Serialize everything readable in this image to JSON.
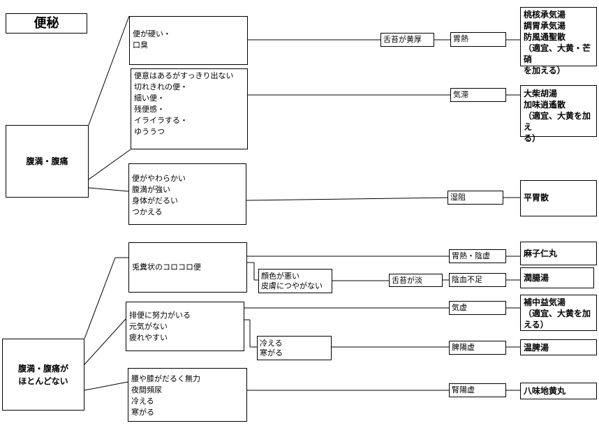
{
  "title": "便秘",
  "groups": {
    "g1": "腹満・腹痛",
    "g2": "腹満・腹痛が\nほとんどない"
  },
  "symptoms": {
    "s1": "便が硬い・\n口臭",
    "s2": "便意はあるがすっきり出ない\n切れきれの便・\n細い便・\n残便感・\nイライラする・\nゆううつ",
    "s3": "便がやわらかい\n腹満が強い\n身体がだるい\nつかえる",
    "s4": "兎糞状のコロコロ便",
    "s5": "顔色が悪い\n皮膚につやがない",
    "s6": "排便に努力がいる\n元気がない\n疲れやすい",
    "s7": "冷える\n寒がる",
    "s8": "腰や膝がだるく無力\n夜間頻尿\n冷える\n寒がる"
  },
  "tongue": {
    "t1": "舌苔が黄厚",
    "t2": "舌苔が淡"
  },
  "patterns": {
    "p1": "胃熱",
    "p2": "気滞",
    "p3": "湿阻",
    "p4": "胃熱・陰虚",
    "p5": "陰血不足",
    "p6": "気虚",
    "p7": "脾陽虚",
    "p8": "腎陽虚"
  },
  "formulas": {
    "f1": "桃核承気湯\n調胃承気湯\n防風通聖散\n（適宜、大黄・芒硝\nを加える）",
    "f2": "大柴胡湯\n加味逍遙散\n（適宜、大黄を加え\nる）",
    "f3": "平胃散",
    "f4": "麻子仁丸",
    "f5": "潤腸湯",
    "f6": "補中益気湯\n（適宜、大黄を加\nえる）",
    "f7": "温脾湯",
    "f8": "八味地黄丸"
  }
}
